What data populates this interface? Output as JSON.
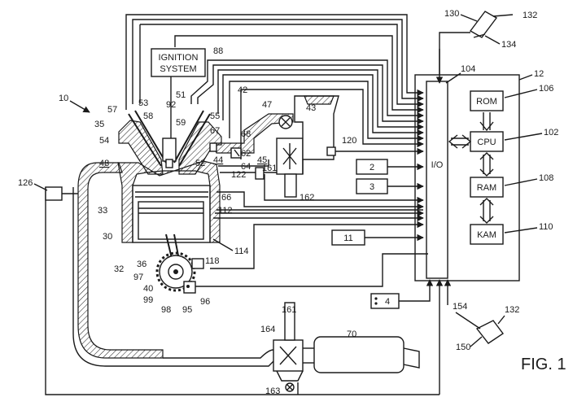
{
  "figure_label": "FIG. 1",
  "boxes": {
    "ignition": [
      "IGNITION",
      "SYSTEM"
    ],
    "io": "I/O",
    "rom": "ROM",
    "cpu": "CPU",
    "ram": "RAM",
    "kam": "KAM",
    "b2": "2",
    "b3": "3",
    "b11": "11",
    "b4": "4"
  },
  "labels": {
    "n10": "10",
    "n12": "12",
    "n30": "30",
    "n32": "32",
    "n33": "33",
    "n35": "35",
    "n36": "36",
    "n40": "40",
    "n42": "42",
    "n43": "43",
    "n44": "44",
    "n45": "45",
    "n47": "47",
    "n48": "48",
    "n51": "51",
    "n52": "52",
    "n53": "53",
    "n54": "54",
    "n55": "55",
    "n57": "57",
    "n58": "58",
    "n59": "59",
    "n62": "62",
    "n64": "64",
    "n66": "66",
    "n67": "67",
    "n68": "68",
    "n70": "70",
    "n88": "88",
    "n92": "92",
    "n95": "95",
    "n96": "96",
    "n97": "97",
    "n98": "98",
    "n99": "99",
    "n102": "102",
    "n104": "104",
    "n106": "106",
    "n108": "108",
    "n110": "110",
    "n112": "112",
    "n114": "114",
    "n118": "118",
    "n120": "120",
    "n122": "122",
    "n126": "126",
    "n130": "130",
    "n132a": "132",
    "n132b": "132",
    "n134": "134",
    "n150": "150",
    "n154": "154",
    "n161a": "161",
    "n161b": "161",
    "n162": "162",
    "n163": "163",
    "n164": "164"
  }
}
